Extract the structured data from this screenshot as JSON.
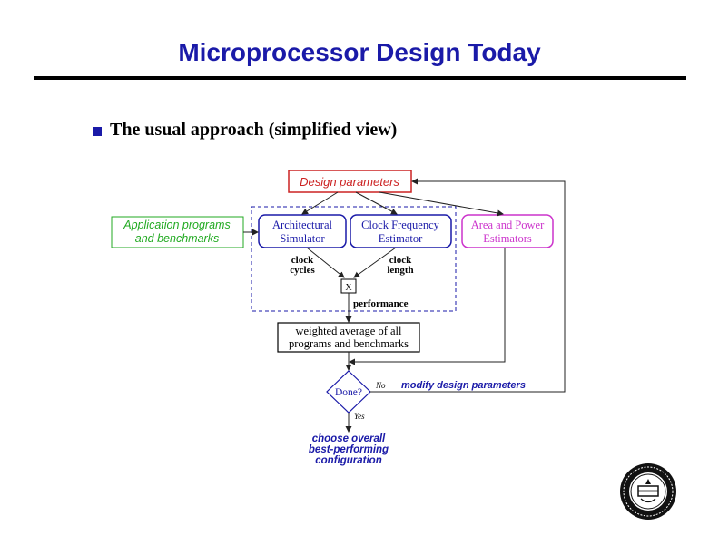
{
  "slide": {
    "title": "Microprocessor Design Today",
    "bullet": "The usual approach (simplified view)"
  },
  "diagram": {
    "design_params": "Design parameters",
    "app_line1": "Application programs",
    "app_line2": "and benchmarks",
    "arch_line1": "Architectural",
    "arch_line2": "Simulator",
    "clock_line1": "Clock Frequency",
    "clock_line2": "Estimator",
    "area_line1": "Area and Power",
    "area_line2": "Estimators",
    "clock_cycles_1": "clock",
    "clock_cycles_2": "cycles",
    "clock_length_1": "clock",
    "clock_length_2": "length",
    "mult": "X",
    "performance": "performance",
    "weighted_1": "weighted average of all",
    "weighted_2": "programs and benchmarks",
    "done": "Done?",
    "no": "No",
    "yes": "Yes",
    "modify": "modify design parameters",
    "choose_1": "choose overall",
    "choose_2": "best-performing",
    "choose_3": "configuration"
  },
  "colors": {
    "title": "#1a1aa8",
    "design_params": "#cc2222",
    "app": "#22aa22",
    "area": "#cc33cc",
    "boxes": "#1a1aa8"
  },
  "logo": {
    "name": "university-seal-icon"
  }
}
